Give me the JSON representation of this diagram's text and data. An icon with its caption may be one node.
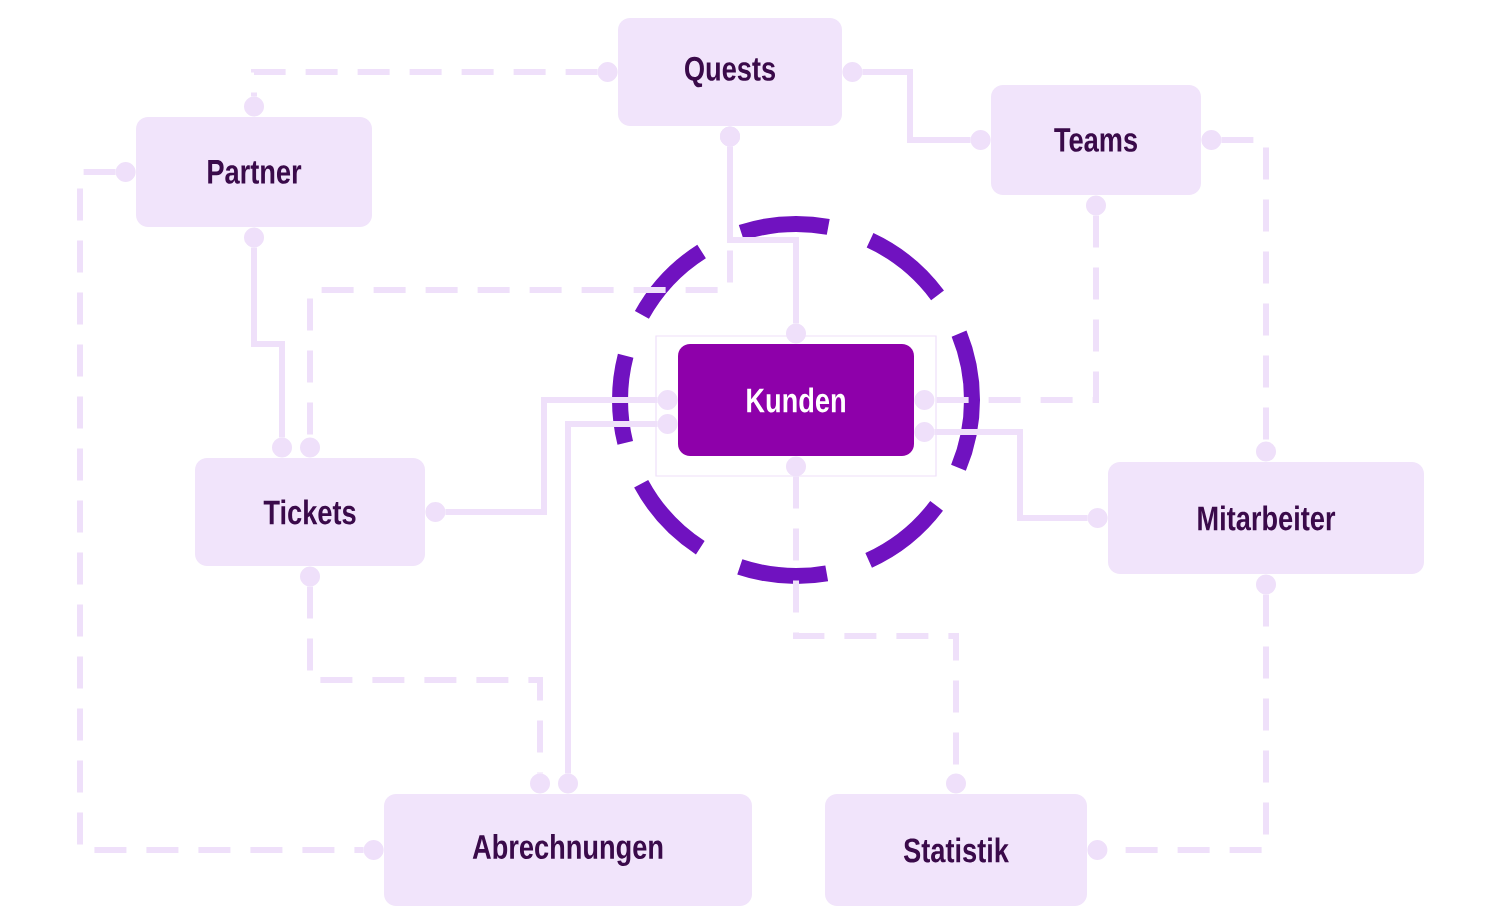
{
  "diagram": {
    "nodes": [
      {
        "text": [
          "Quests"
        ]
      },
      {
        "text": [
          "Partner"
        ]
      },
      {
        "text": [
          "Teams"
        ]
      },
      {
        "text": [
          "Kunden"
        ]
      },
      {
        "text": [
          "Tickets"
        ]
      },
      {
        "text": [
          "Mitarbeiter"
        ]
      },
      {
        "text": [
          "Abrechnungen"
        ]
      },
      {
        "text": [
          "Statistik"
        ]
      }
    ],
    "edges": [
      {
        "from": 0,
        "to": 1,
        "arrow": "other",
        "style": "dashed"
      },
      {
        "from": 0,
        "to": 2,
        "arrow": "other"
      },
      {
        "from": 0,
        "to": 4,
        "arrow": "other",
        "style": "dashed"
      },
      {
        "from": 0,
        "to": 3,
        "arrow": "other"
      },
      {
        "from": 1,
        "to": 4,
        "arrow": "other"
      },
      {
        "from": 1,
        "to": 6,
        "arrow": "other",
        "style": "dashed"
      },
      {
        "from": 2,
        "to": 5,
        "arrow": "other",
        "style": "dashed"
      },
      {
        "from": 2,
        "to": 3,
        "arrow": "other",
        "style": "dashed"
      },
      {
        "from": 3,
        "to": 5,
        "arrow": "other"
      },
      {
        "from": 4,
        "to": 3,
        "arrow": "other"
      },
      {
        "from": 3,
        "to": 6,
        "arrow": "other"
      },
      {
        "from": 4,
        "to": 6,
        "arrow": "other",
        "style": "dashed"
      },
      {
        "from": 3,
        "to": 7,
        "arrow": "other",
        "style": "dashed"
      },
      {
        "from": 5,
        "to": 7,
        "arrow": "other",
        "style": "dashed"
      }
    ]
  }
}
